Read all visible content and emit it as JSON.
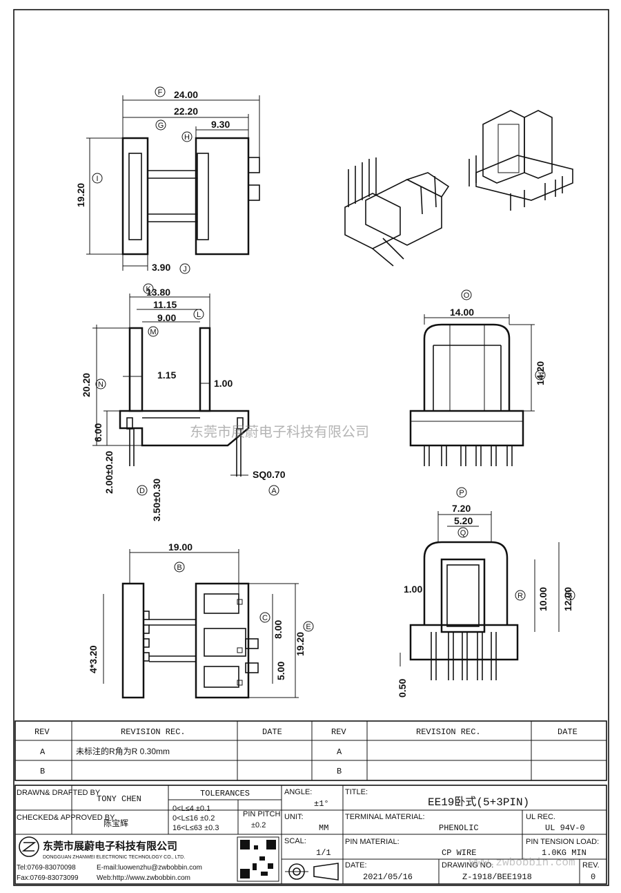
{
  "dims": {
    "top_overall_width": "24.00",
    "top_inner_width": "22.20",
    "top_right_width": "9.30",
    "top_height": "19.20",
    "top_flange": "3.90",
    "side_w1": "13.80",
    "side_w2": "11.15",
    "side_w3": "9.00",
    "side_h": "20.20",
    "side_base": "6.00",
    "side_wall_l": "1.15",
    "side_wall_r": "1.00",
    "pin_len1": "2.00±0.20",
    "pin_len2": "3.50±0.30",
    "pin_sq": "SQ0.70",
    "front_w": "14.00",
    "front_h": "14.20",
    "bottom_w": "19.00",
    "bottom_pitch": "4*3.20",
    "bottom_h1": "8.00",
    "bottom_h2": "19.20",
    "bottom_h3": "5.00",
    "sec_w1": "7.20",
    "sec_w2": "5.20",
    "sec_wall": "1.00",
    "sec_h1": "10.00",
    "sec_h2": "12.00",
    "sec_gap": "0.50"
  },
  "callouts": [
    "F",
    "G",
    "H",
    "I",
    "J",
    "K",
    "L",
    "M",
    "N",
    "D",
    "A",
    "O",
    "T",
    "P",
    "Q",
    "R",
    "S",
    "B",
    "C",
    "E"
  ],
  "watermark": "东莞市展蔚电子科技有限公司",
  "watermark_url": "www.zwbobbin.com",
  "revision_table": {
    "headers": [
      "REV",
      "REVISION REC.",
      "DATE",
      "REV",
      "REVISION REC.",
      "DATE"
    ],
    "rows": [
      {
        "rev": "A",
        "rec": "未标注的R角为R 0.30mm",
        "date": "",
        "rev2": "A",
        "rec2": "",
        "date2": ""
      },
      {
        "rev": "B",
        "rec": "",
        "date": "",
        "rev2": "B",
        "rec2": "",
        "date2": ""
      }
    ]
  },
  "title_block": {
    "drawn_label": "DRAWN& DRAFTED BY",
    "drawn_value": "TONY CHEN",
    "checked_label": "CHECKED& APPROVED BY",
    "checked_value": "陈宝辉",
    "tolerances_label": "TOLERANCES",
    "tol_rows": [
      "0<L≤4   ±0.1",
      "0<L≤16  ±0.2",
      "16<L≤63 ±0.3"
    ],
    "pin_pitch_label": "PIN PITCH",
    "pin_pitch_value": "±0.2",
    "angle_label": "ANGLE:",
    "angle_value": "±1°",
    "unit_label": "UNIT:",
    "unit_value": "MM",
    "scale_label": "SCAL:",
    "scale_value": "1/1",
    "title_label": "TITLE:",
    "title_value": "EE19卧式(5+3PIN)",
    "terminal_label": "TERMINAL MATERIAL:",
    "terminal_value": "PHENOLIC",
    "ul_label": "UL REC.",
    "ul_value": "UL 94V-0",
    "pin_mat_label": "PIN MATERIAL:",
    "pin_mat_value": "CP WIRE",
    "tension_label": "PIN TENSION LOAD:",
    "tension_value": "1.0KG MIN",
    "date_label": "DATE:",
    "date_value": "2021/05/16",
    "drawing_label": "DRAWING NO.",
    "drawing_value": "Z-1918/BEE1918",
    "rev_label": "REV.",
    "rev_value": "0",
    "company_cn": "东莞市展蔚电子科技有限公司",
    "company_en": "DONGGUAN ZHANWEI ELECTRONIC TECHNOLOGY CO., LTD.",
    "tel": "Tel:0769-83070098",
    "email": "E-mail:luowenzhu@zwbobbin.com",
    "fax": "Fax:0769-83073099",
    "web": "Web:http://www.zwbobbin.com"
  }
}
